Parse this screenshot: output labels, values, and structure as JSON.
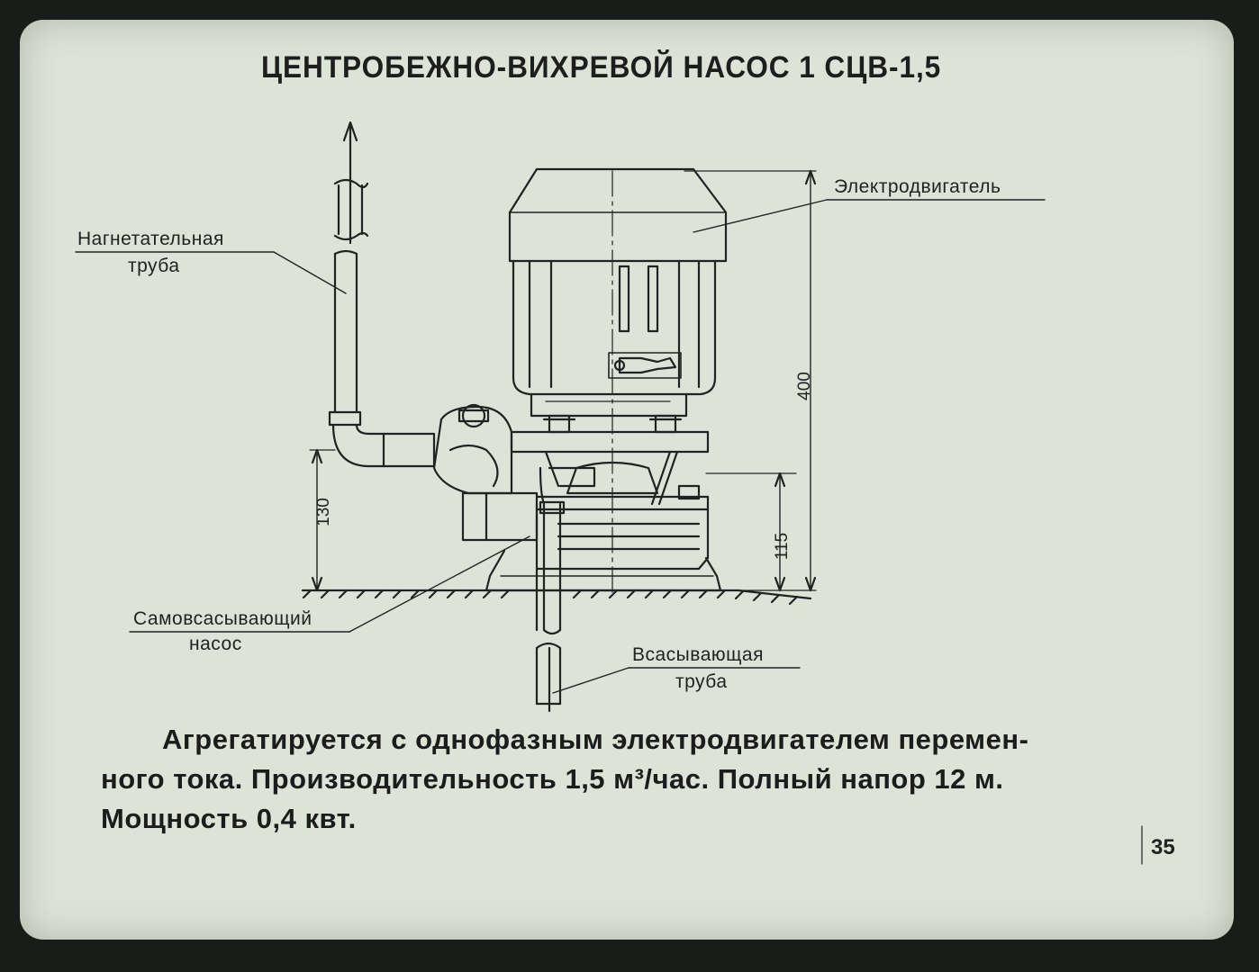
{
  "title": "ЦЕНТРОБЕЖНО-ВИХРЕВОЙ НАСОС 1 СЦВ-1,5",
  "labels": {
    "motor": "Электродвигатель",
    "discharge_pipe_1": "Нагнетательная",
    "discharge_pipe_2": "труба",
    "pump_1": "Самовсасывающий",
    "pump_2": "насос",
    "suction_pipe_1": "Всасывающая",
    "suction_pipe_2": "труба"
  },
  "dimensions": {
    "height_total": "400",
    "height_outlet": "130",
    "height_base": "115"
  },
  "caption": {
    "line1": "Агрегатируется с однофазным электродвигателем перемен-",
    "line2": "ного тока. Производительность 1,5 м³/час. Полный напор 12 м.",
    "line3": "Мощность 0,4 квт."
  },
  "page_number": "35"
}
